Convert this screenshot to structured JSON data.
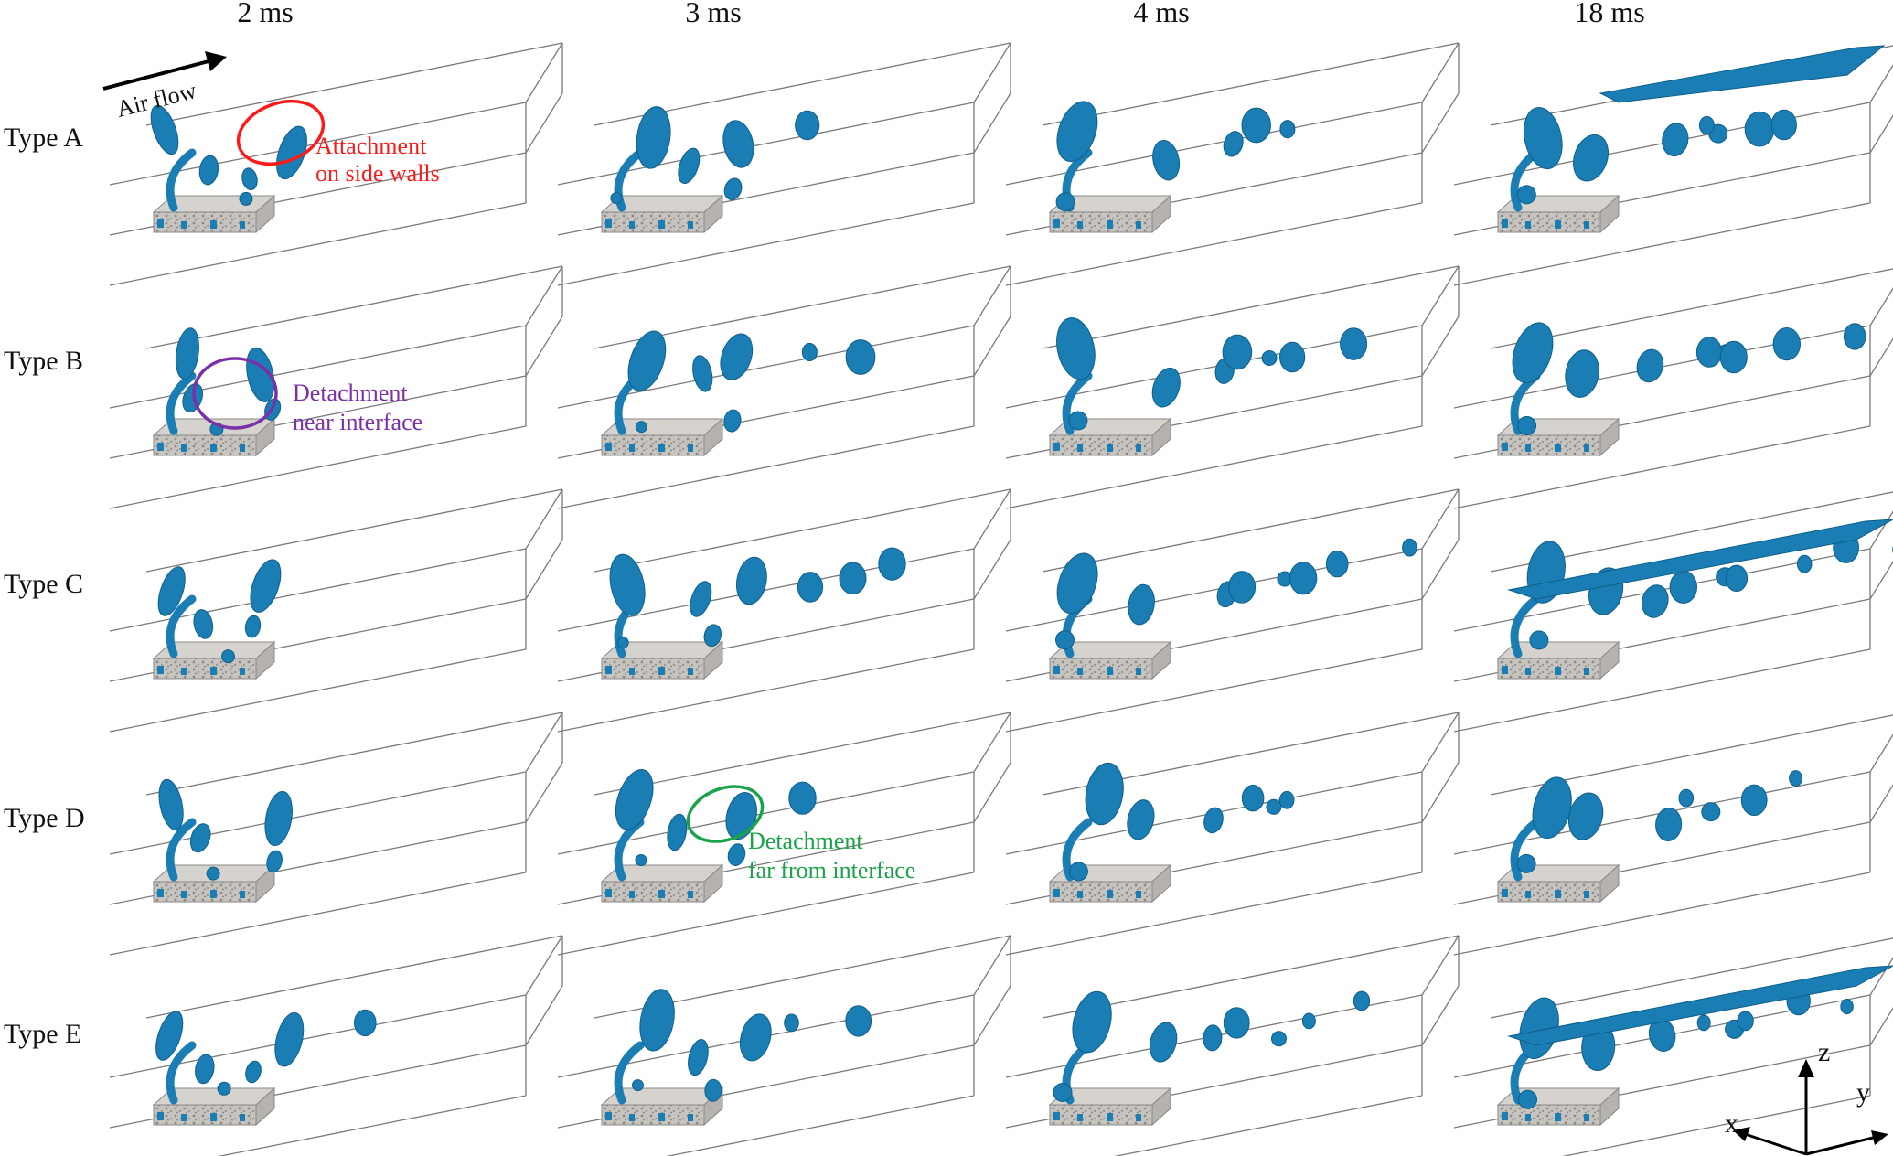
{
  "columns": [
    "2 ms",
    "3 ms",
    "4 ms",
    "18 ms"
  ],
  "rows": [
    "Type A",
    "Type B",
    "Type C",
    "Type D",
    "Type E"
  ],
  "airflow_label": "Air flow",
  "annotations": {
    "a": {
      "line1": "Attachment",
      "line2": "on side walls",
      "color": "#ff1a1a"
    },
    "b": {
      "line1": "Detachment",
      "line2": "near interface",
      "color": "#7b2fa8"
    },
    "d": {
      "line1": "Detachment",
      "line2": "far from interface",
      "color": "#1aa34a"
    }
  },
  "axes": {
    "x": "x",
    "y": "y",
    "z": "z"
  },
  "colors": {
    "droplet": "#1a7db3",
    "droplet_edge": "#0f5f8a",
    "porous": "#a9a6a1",
    "box": "#777777"
  },
  "icons": [
    "airflow-arrow-icon",
    "axis-triad-icon"
  ]
}
